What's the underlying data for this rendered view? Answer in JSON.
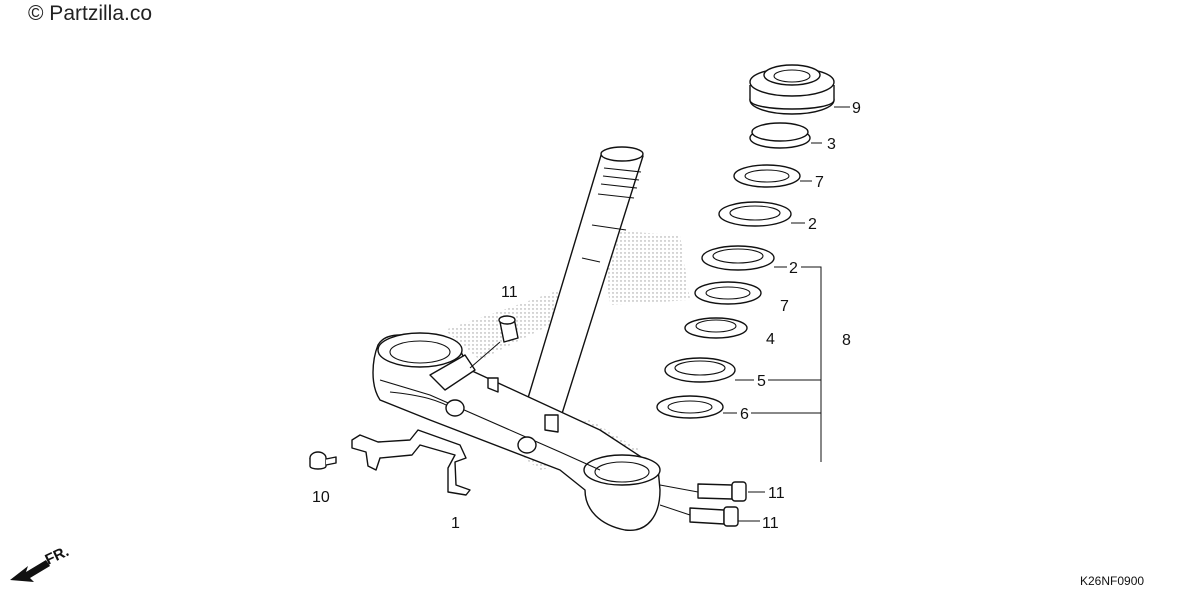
{
  "watermark": "© Partzilla.co",
  "drawing_code": "K26NF0900",
  "direction_label": "FR.",
  "callouts": {
    "part_1": "1",
    "part_2_upper": "2",
    "part_2_lower": "2",
    "part_3": "3",
    "part_4": "4",
    "part_5": "5",
    "part_6": "6",
    "part_7_upper": "7",
    "part_7_lower": "7",
    "part_8": "8",
    "part_9": "9",
    "part_10": "10",
    "part_11_top": "11",
    "part_11_bolt_a": "11",
    "part_11_bolt_b": "11"
  },
  "colors": {
    "line": "#111111",
    "background": "#ffffff",
    "shade": "#bdbdbd"
  }
}
